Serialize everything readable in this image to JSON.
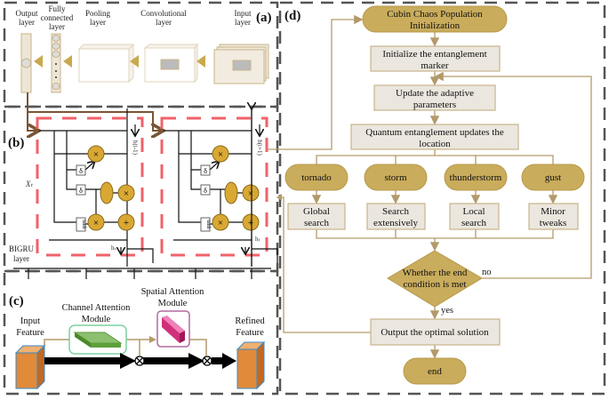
{
  "panel_labels": {
    "a": "(a)",
    "b": "(b)",
    "c": "(c)",
    "d": "(d)"
  },
  "cnn": {
    "output_layer": [
      "Output",
      "layer"
    ],
    "fully_connected": [
      "Fully",
      "connected",
      "layer"
    ],
    "pooling": [
      "Pooling",
      "layer"
    ],
    "convolutional": [
      "Convolutional",
      "layer"
    ],
    "input": [
      "Input",
      "layer"
    ]
  },
  "bigru": {
    "layer_label": [
      "BIGRU",
      "layer"
    ],
    "input_symbol": "Xₜ",
    "sigma": "δ",
    "tanh": "tanh",
    "multiply": "×",
    "plus": "+",
    "h_prev": "h(t-1)",
    "h_t": "hₜ",
    "h_prev_r": "h(t+1)",
    "h_t_r": "hₜ"
  },
  "cbam": {
    "input_feature": [
      "Input",
      "Feature"
    ],
    "channel_attention": [
      "Channel Attention",
      "Module"
    ],
    "spatial_attention": [
      "Spatial Attention",
      "Module"
    ],
    "refined_feature": [
      "Refined",
      "Feature"
    ],
    "colors": {
      "cube": "#e08a3a",
      "channel": "#6cb04a",
      "spatial": "#d0307a"
    }
  },
  "flowchart": {
    "start": [
      "Cubin Chaos Population",
      "Initialization"
    ],
    "init_marker": [
      "Initialize the entanglement",
      "marker"
    ],
    "update_params": [
      "Update the adaptive",
      "parameters"
    ],
    "quantum_update": [
      "Quantum entanglement updates the",
      "location"
    ],
    "modes": [
      {
        "name": "tornado",
        "action": [
          "Global",
          "search"
        ]
      },
      {
        "name": "storm",
        "action": [
          "Search",
          "extensively"
        ]
      },
      {
        "name": "thunderstorm",
        "action": [
          "Local",
          "search"
        ]
      },
      {
        "name": "gust",
        "action": [
          "Minor",
          "tweaks"
        ]
      }
    ],
    "decision": [
      "Whether the end",
      "condition is met"
    ],
    "no": "no",
    "yes": "yes",
    "output": "Output the optimal solution",
    "end": "end",
    "colors": {
      "terminal": "#c9ac5c",
      "process": "#ebe7df",
      "line": "#b39a6a"
    }
  }
}
